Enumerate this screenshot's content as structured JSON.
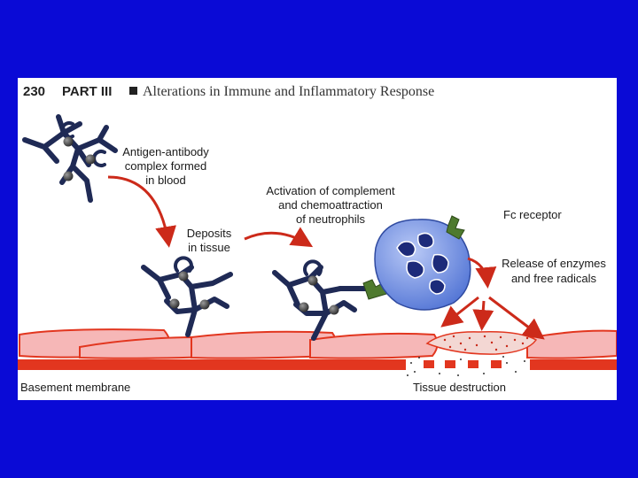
{
  "header": {
    "page_number": "230",
    "part": "PART III",
    "title": "Alterations in Immune and Inflammatory Response"
  },
  "labels": {
    "complex": [
      "Antigen-antibody",
      "complex formed",
      "in blood"
    ],
    "deposits": [
      "Deposits",
      "in tissue"
    ],
    "activation": [
      "Activation of complement",
      "and chemoattraction",
      "of neutrophils"
    ],
    "fc_receptor": "Fc receptor",
    "release": [
      "Release of enzymes",
      "and free radicals"
    ],
    "basement": "Basement membrane",
    "destruction": "Tissue destruction"
  },
  "colors": {
    "background": "#0a0ad6",
    "antibody": "#1f2a55",
    "arrow": "#cc2a1a",
    "membrane": "#e2361f",
    "cell": "#f6b7b7",
    "neutrophil": "#6f8fe6",
    "receptor": "#4e7a2e"
  }
}
